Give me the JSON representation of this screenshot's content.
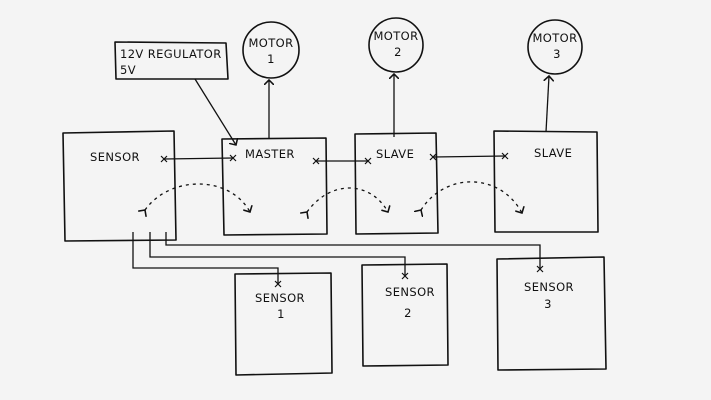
{
  "regulator": {
    "line1": "12V REGULATOR",
    "line2": "5V"
  },
  "motors": [
    {
      "line1": "MOTOR",
      "line2": "1"
    },
    {
      "line1": "MOTOR",
      "line2": "2"
    },
    {
      "line1": "MOTOR",
      "line2": "3"
    }
  ],
  "modules": {
    "sensor_main": "SENSOR",
    "master": "MASTER",
    "slave_1": "SLAVE",
    "slave_2": "SLAVE"
  },
  "sensors": [
    {
      "line1": "SENSOR",
      "line2": "1"
    },
    {
      "line1": "SENSOR",
      "line2": "2"
    },
    {
      "line1": "SENSOR",
      "line2": "3"
    }
  ]
}
